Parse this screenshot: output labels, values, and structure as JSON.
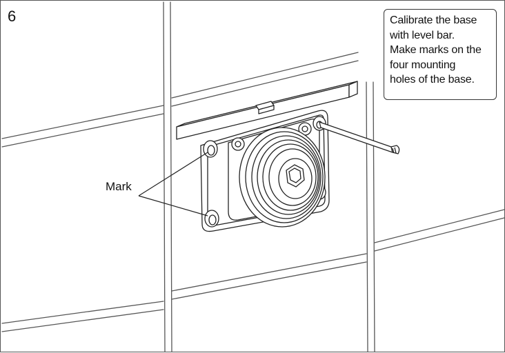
{
  "step": {
    "number": "6"
  },
  "instruction": {
    "lines": [
      "Calibrate the base",
      "with level bar.",
      "Make marks on the",
      "four mounting",
      "holes of the base."
    ]
  },
  "callouts": {
    "mark": "Mark"
  }
}
